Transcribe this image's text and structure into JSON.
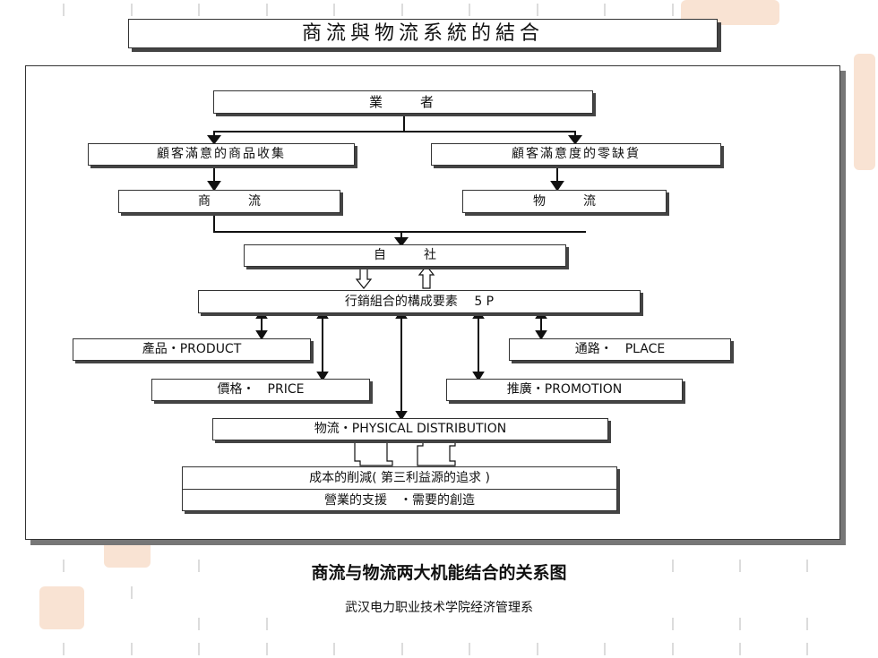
{
  "slide_title": "商流與物流系統的結合",
  "diagram": {
    "gyosha": "業　　者",
    "left_need": "顧客滿意的商品收集",
    "right_need": "顧客滿意度的零缺貨",
    "shangliu": "商　　　流",
    "wuliu": "物　　　流",
    "zisha": "自　　　社",
    "mix": "行銷組合的構成要素　 5 P",
    "product": "產品・PRODUCT",
    "place": "通路・　PLACE",
    "price": "價格・　PRICE",
    "promotion": "推廣・PROMOTION",
    "physical": "物流・PHYSICAL DISTRIBUTION",
    "cost": "成本的削減( 第三利益源的追求 )",
    "support": "營業的支援　・需要的創造"
  },
  "caption": "商流与物流两大机能结合的关系图",
  "organization": "武汉电力职业技术学院经济管理系"
}
